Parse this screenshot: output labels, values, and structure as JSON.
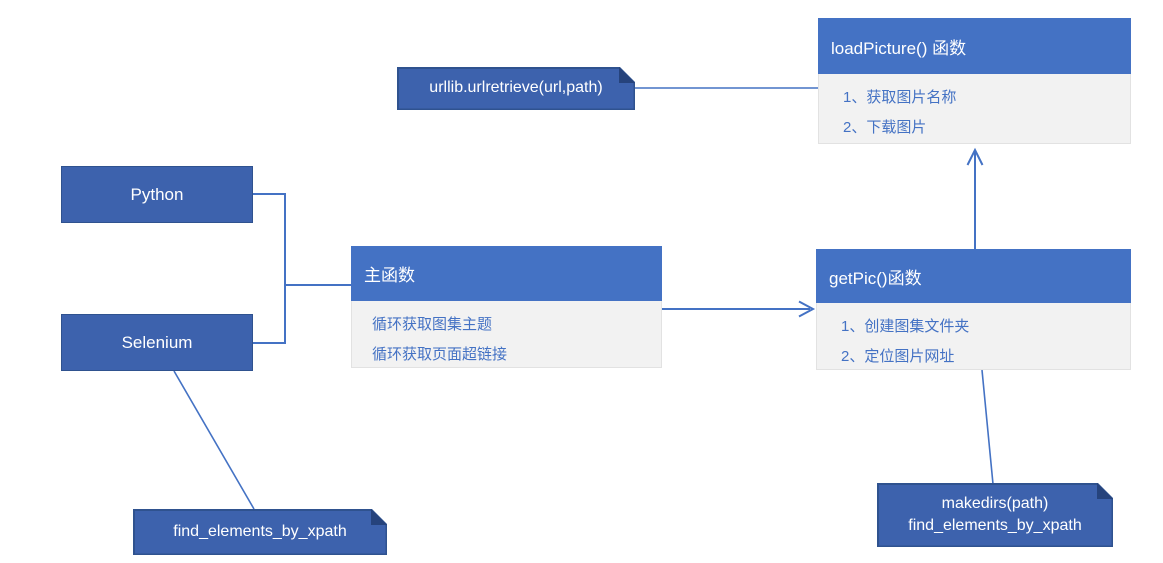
{
  "diagram_title": "Python Selenium image scraper structure diagram",
  "colors": {
    "header_blue": "#4472C4",
    "solid_box_blue": "#3D62AD",
    "box_border_blue": "#2F528F",
    "body_gray": "#F2F2F2",
    "body_text_blue": "#4472C4",
    "connector_blue": "#4472C4",
    "fold_navy": "#26437C",
    "white": "#FFFFFF"
  },
  "nodes": {
    "load_picture": {
      "title": "loadPicture() 函数",
      "items": [
        "1、获取图片名称",
        "2、下载图片"
      ]
    },
    "urllib_note": {
      "label": "urllib.urlretrieve(url,path)"
    },
    "python": {
      "label": "Python"
    },
    "selenium": {
      "label": "Selenium"
    },
    "main_fn": {
      "title": "主函数",
      "items": [
        "循环获取图集主题",
        "循环获取页面超链接"
      ]
    },
    "get_pic": {
      "title": "getPic()函数",
      "items": [
        "1、创建图集文件夹",
        "2、定位图片网址"
      ]
    },
    "makedirs_note": {
      "lines": [
        "makedirs(path)",
        "find_elements_by_xpath"
      ]
    },
    "xpath_note": {
      "label": "find_elements_by_xpath"
    }
  },
  "edges": [
    "python-selenium-bracket-to-main",
    "main-to-getpic-arrow",
    "getpic-to-loadpicture-arrow",
    "urllib-note-to-loadpicture",
    "getpic-to-makedirs-note",
    "selenium-to-xpath-note"
  ]
}
